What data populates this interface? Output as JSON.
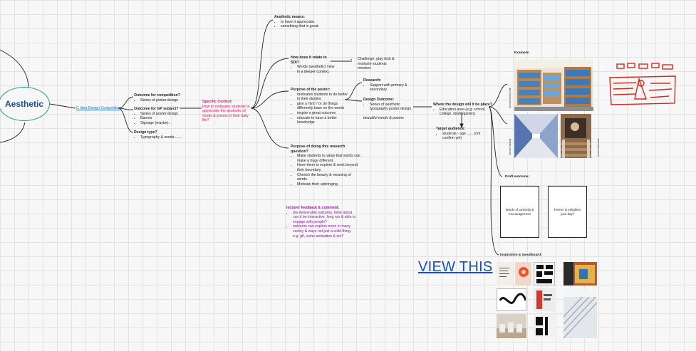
{
  "root": {
    "label": "Aesthetic"
  },
  "competition_link": "C Idea Design Competition",
  "competition": {
    "heading": "Outcome for competition?",
    "items": [
      "Series of poster design"
    ]
  },
  "gp_subject": {
    "heading": "Outcome for GP subject?",
    "items": [
      "Series of poster design",
      "Banner",
      "Signage (maybe).."
    ]
  },
  "design_type": {
    "heading": "Design type?",
    "items": [
      "Typography & words........"
    ]
  },
  "specific_context": {
    "heading": "Specific Context:",
    "text": "How to motivates students to appreciate the aesthetic of words & poems in their daily life?"
  },
  "aesthetic_means": {
    "heading": "Aesthetic means:",
    "items": [
      "to have it appreciate.",
      "something that is great."
    ]
  },
  "sdi_relation": {
    "heading": "How does it relate to SDI?",
    "items": [
      "Words (aesthetic) view in a deeper context."
    ]
  },
  "challenge": {
    "text": "Challenge, play trick & motivate students mindset."
  },
  "poster_purpose": {
    "heading": "Purpose of the poster:",
    "items": [
      "motivates students to do better in their studies",
      "give a 'hint' / or do things differently base on the words",
      "inspire a great outcome",
      "educate to have a better knowledge"
    ]
  },
  "research": {
    "heading": "Research:",
    "items": [
      "Support with primary & secondary"
    ]
  },
  "design_outcome": {
    "heading": "Design Outcome:",
    "items": [
      "Series of aesthetic typography poster design."
    ]
  },
  "beautiful_words": "beautiful words & poems",
  "research_purpose": {
    "heading": "Purpose of doing this research question?",
    "items": [
      "Make students to value that words can make a huge different.",
      "Have them to explore & seek beyond their boundary.",
      "Cherish the beauty & meaning of words.",
      "Motivate their upbringing."
    ]
  },
  "where": {
    "heading": "Where the design will it be place?",
    "items": [
      "Education area (e.g: school, college, kindergarten)"
    ]
  },
  "audience": {
    "heading": "Target audience:",
    "items": [
      "students - age ...... (not confirm yet)"
    ]
  },
  "feedback": {
    "heading": "lecturer feedback & comment:",
    "items": [
      "the deliverable outcome, think about can it be interactive, long run & able to engage with people?",
      "outcome can explore more in many variety & ways not just a solid thing. e.g: gif, some animation & etc?"
    ]
  },
  "example_label": "Example:",
  "photo_labels": {
    "library": "school library wall",
    "hallway": "school hallway",
    "staircase": "school staircase"
  },
  "draft_label": "Draft outcome:",
  "draft_cards": [
    "Words of positivity & encouragement",
    "Poems to enlighten your day?"
  ],
  "inspiration_label": "Inspiration & moodboard:",
  "view_this": "VIEW THIS",
  "colors": {
    "root_border": "#1e9e8c",
    "root_text": "#1a4e8c",
    "context_pink": "#d0195f",
    "feedback_purple": "#8a1a9b",
    "link_blue": "#2c6fd0",
    "sketch_red": "#d8281c"
  }
}
